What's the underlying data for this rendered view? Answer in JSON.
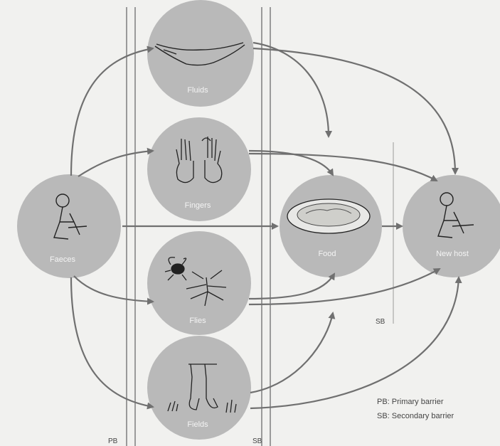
{
  "nodes": {
    "faeces": {
      "label": "Faeces"
    },
    "fluids": {
      "label": "Fluids"
    },
    "fingers": {
      "label": "Fingers"
    },
    "flies": {
      "label": "Flies"
    },
    "fields": {
      "label": "Fields"
    },
    "food": {
      "label": "Food"
    },
    "new_host": {
      "label": "New host"
    }
  },
  "barriers": {
    "pb_label": "PB",
    "sb_label_bottom": "SB",
    "sb_label_right": "SB"
  },
  "legend": {
    "pb": "PB: Primary barrier",
    "sb": "SB: Secondary barrier"
  },
  "colors": {
    "circle": "#b9b9b9",
    "arrow": "#707070",
    "background": "#f1f1ef"
  }
}
